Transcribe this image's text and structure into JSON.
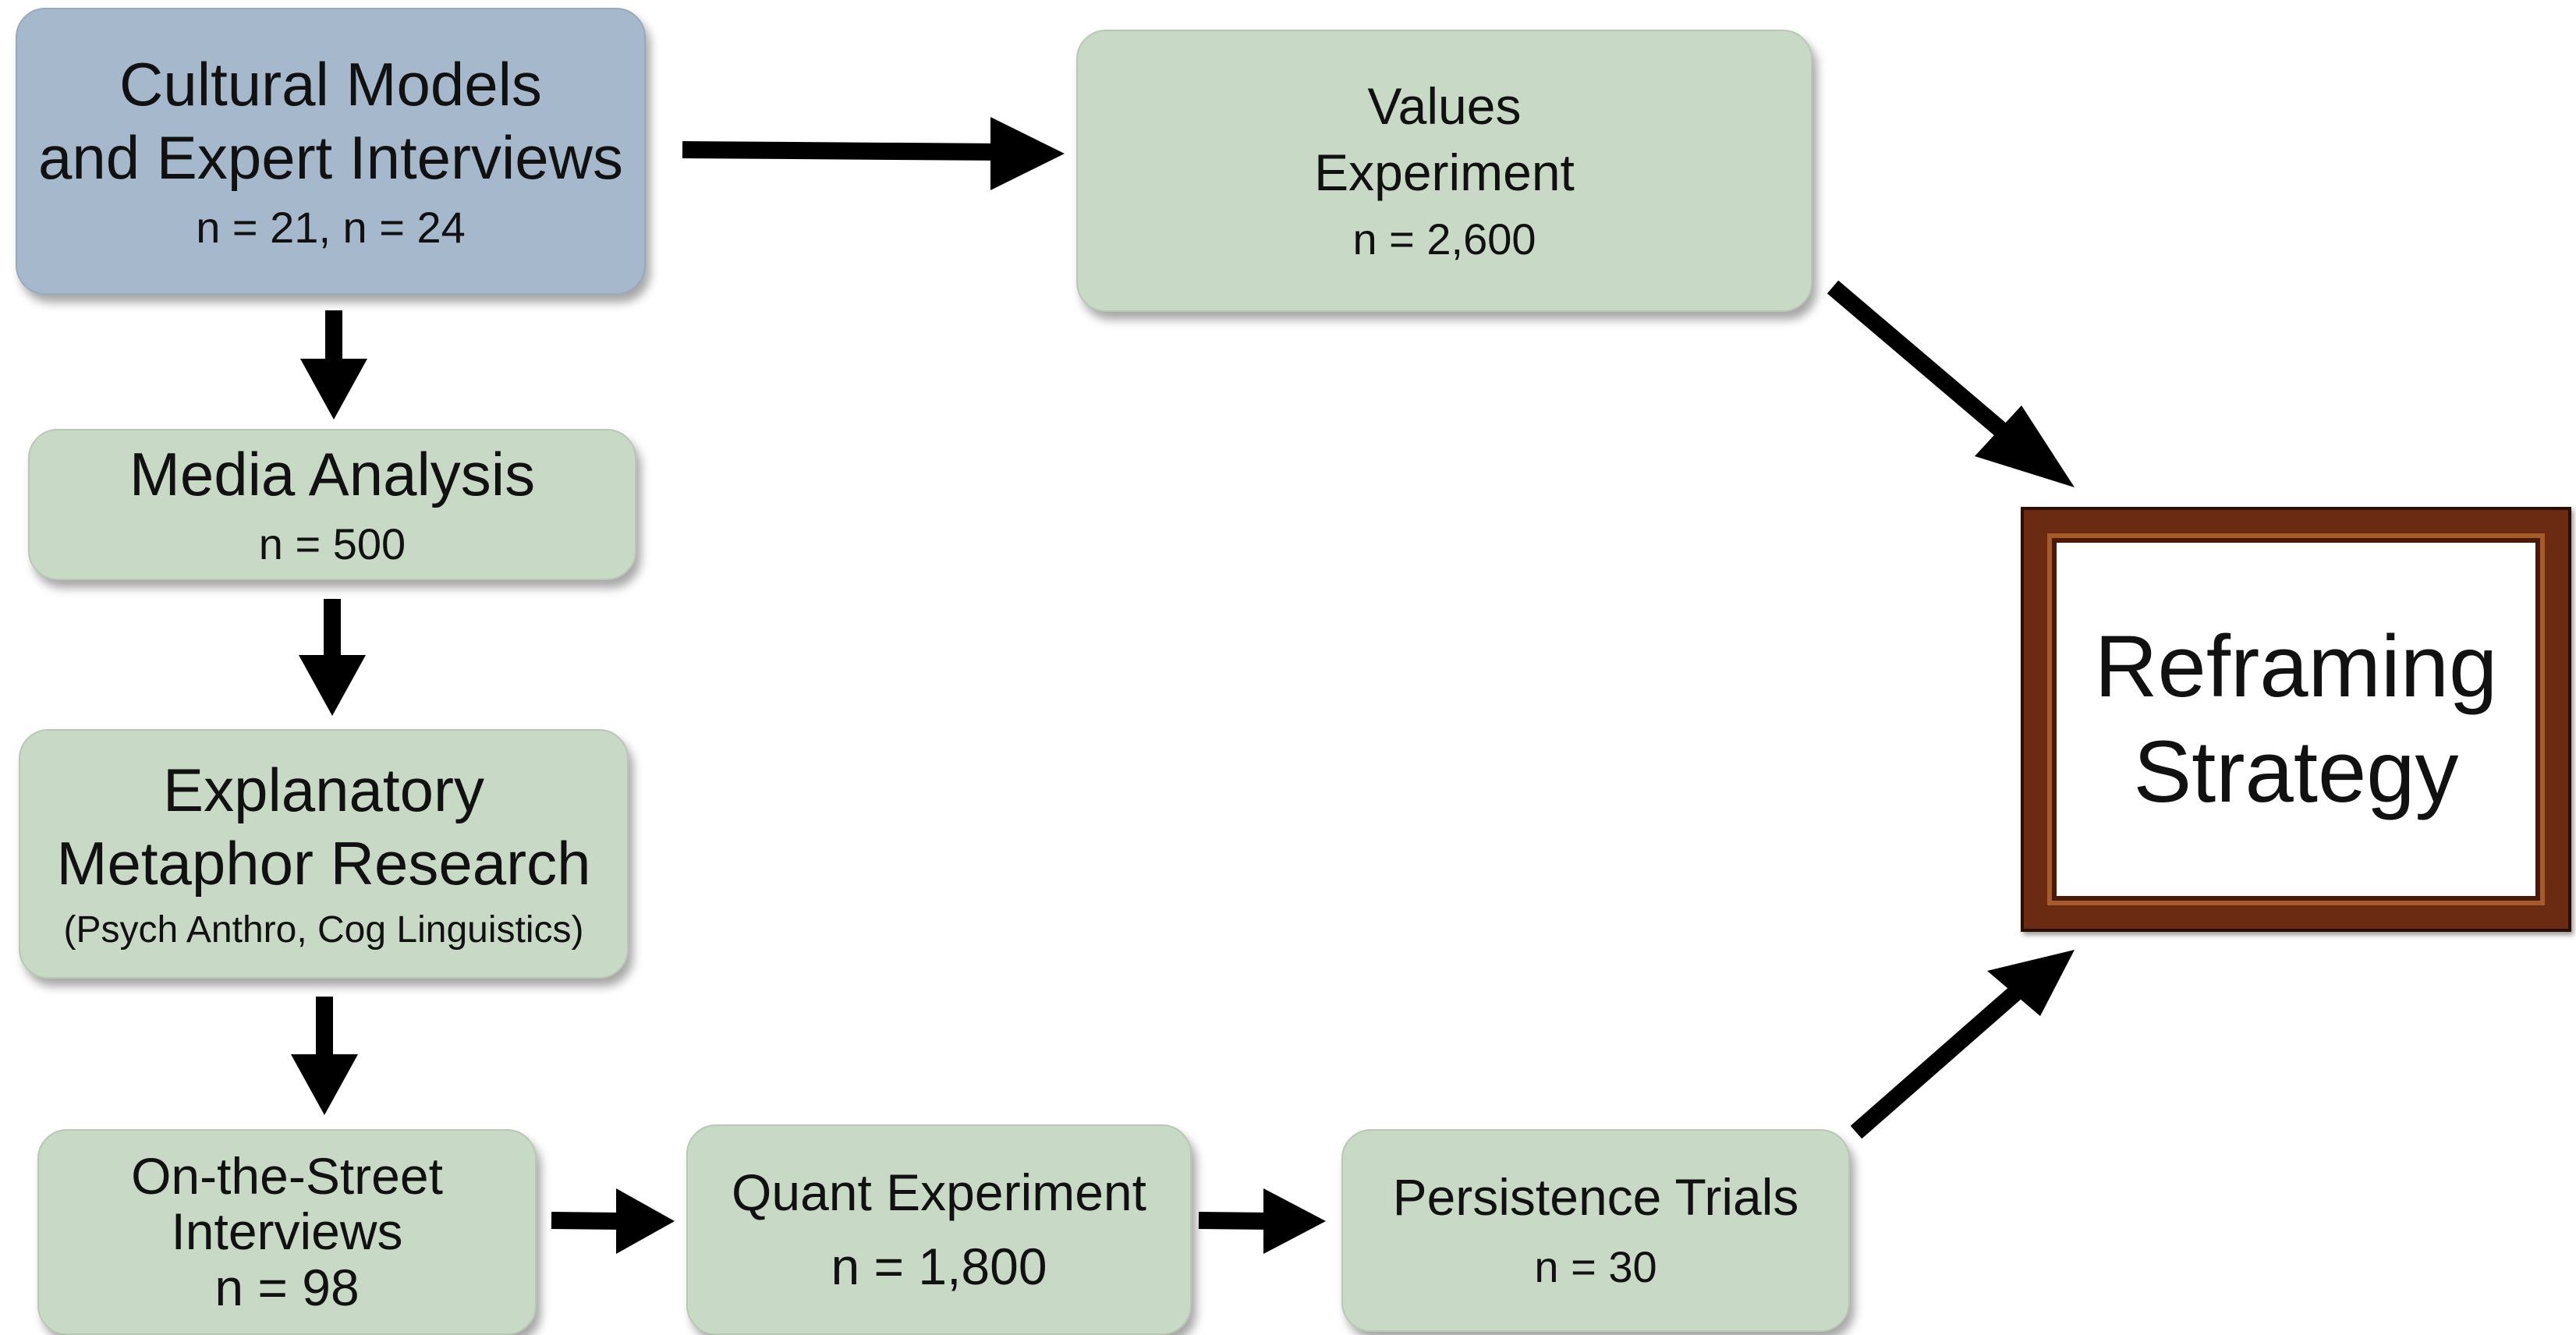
{
  "boxes": {
    "cultural": {
      "line1": "Cultural Models",
      "line2": "and Expert Interviews",
      "n": "n = 21, n = 24"
    },
    "media": {
      "line1": "Media Analysis",
      "n": "n = 500"
    },
    "metaphor": {
      "line1": "Explanatory",
      "line2": "Metaphor Research",
      "sub": "(Psych Anthro, Cog Linguistics)"
    },
    "street": {
      "line1": "On-the-Street",
      "line2": "Interviews",
      "n": "n = 98"
    },
    "quant": {
      "line1": "Quant Experiment",
      "n": "n = 1,800"
    },
    "persistence": {
      "line1": "Persistence Trials",
      "n": "n = 30"
    },
    "values": {
      "line1": "Values",
      "line2": "Experiment",
      "n": "n = 2,600"
    }
  },
  "frame": {
    "line1": "Reframing",
    "line2": "Strategy"
  },
  "colors": {
    "blue_box": "#a6b8cb",
    "green_box": "#c8dac5",
    "frame_wood": "#6b2b12",
    "arrow": "#000000"
  }
}
